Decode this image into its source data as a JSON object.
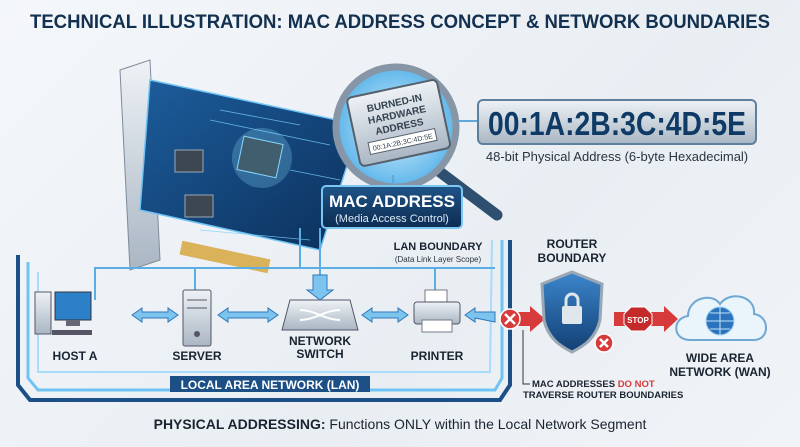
{
  "title": "TECHNICAL ILLUSTRATION: MAC ADDRESS CONCEPT & NETWORK BOUNDARIES",
  "chip": {
    "line1": "BURNED-IN",
    "line2": "HARDWARE",
    "line3": "ADDRESS",
    "mac_small": "00:1A:2B:3C:4D:5E"
  },
  "mac_display": {
    "value": "00:1A:2B:3C:4D:5E",
    "caption": "48-bit Physical Address (6-byte Hexadecimal)"
  },
  "mac_label": {
    "title": "MAC ADDRESS",
    "subtitle": "(Media Access Control)"
  },
  "lan_boundary": {
    "title": "LAN BOUNDARY",
    "subtitle": "(Data Link Layer Scope)"
  },
  "router_boundary": {
    "line1": "ROUTER",
    "line2": "BOUNDARY"
  },
  "devices": {
    "host": "HOST A",
    "server": "SERVER",
    "switch_line1": "NETWORK",
    "switch_line2": "SWITCH",
    "printer": "PRINTER"
  },
  "lan_label": "LOCAL AREA NETWORK (LAN)",
  "stop_sign": "STOP",
  "wan": {
    "line1": "WIDE AREA",
    "line2": "NETWORK (WAN)"
  },
  "note": {
    "part1": "MAC ADDRESSES ",
    "highlight": "DO NOT",
    "line2": "TRAVERSE ROUTER BOUNDARIES"
  },
  "footer": {
    "bold": "PHYSICAL ADDRESSING:",
    "rest": " Functions ONLY within the Local Network Segment"
  },
  "colors": {
    "navy": "#12304f",
    "accent": "#2f8fd6",
    "danger": "#d63a3a"
  }
}
